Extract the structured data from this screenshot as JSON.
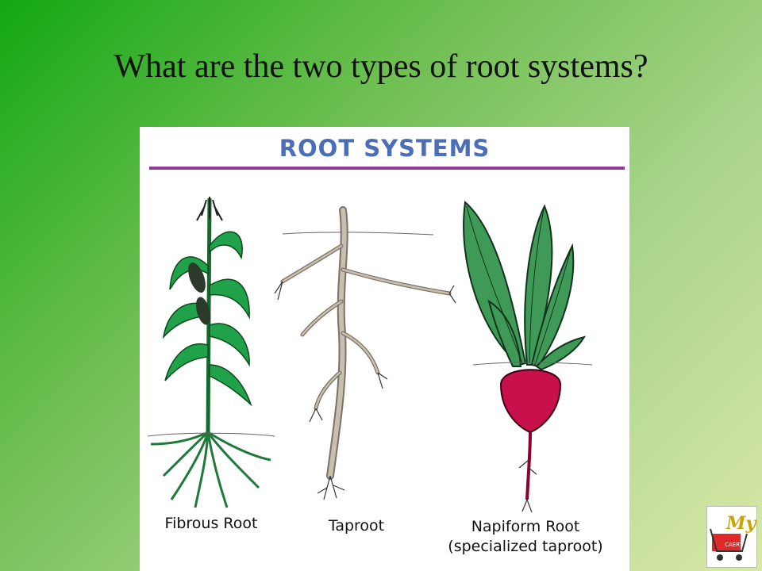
{
  "slide": {
    "title": "What are the two types of root systems?"
  },
  "figure": {
    "heading": "ROOT SYSTEMS",
    "captions": {
      "fibrous": "Fibrous Root",
      "taproot": "Taproot",
      "napiform": "Napiform Root",
      "napiform_note": "(specialized taproot)"
    }
  },
  "logo": {
    "text": "My",
    "subtext": "CAERT"
  },
  "colors": {
    "heading": "#4a6fb8",
    "rule": "#8e3d9a",
    "leaf": "#1fa24a",
    "beet_leaf": "#3f9a58",
    "beet": "#c8104a",
    "root_tan": "#c8bfae"
  }
}
